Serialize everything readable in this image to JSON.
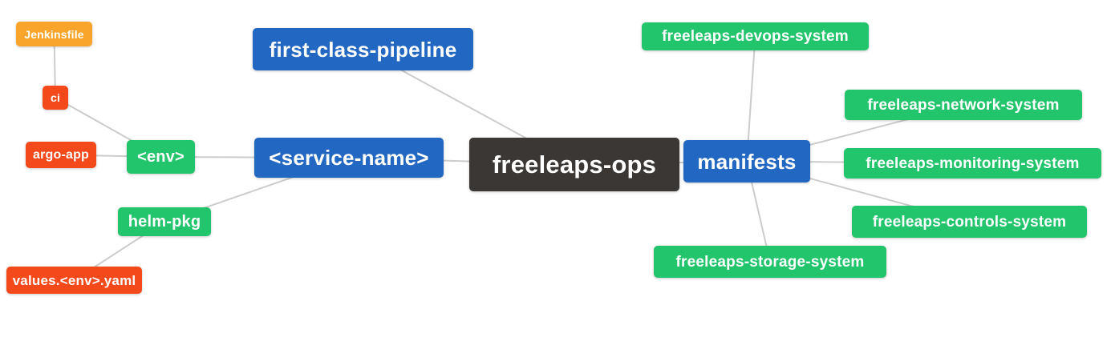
{
  "diagram": {
    "type": "mindmap",
    "root": "freeleaps_ops",
    "colors": {
      "edge": "#cccccc",
      "text": "#ffffff",
      "background": "#ffffff",
      "amber": "#F9A42A",
      "red_orange": "#F4491B",
      "green": "#23C56C",
      "blue": "#2267C2",
      "charcoal": "#3B3734"
    },
    "nodes": {
      "jenkinsfile": {
        "label": "Jenkinsfile",
        "color": "#F9A42A"
      },
      "ci": {
        "label": "ci",
        "color": "#F4491B"
      },
      "argo_app": {
        "label": "argo-app",
        "color": "#F4491B"
      },
      "env": {
        "label": "<env>",
        "color": "#23C56C"
      },
      "helm_pkg": {
        "label": "helm-pkg",
        "color": "#23C56C"
      },
      "values_env_yaml": {
        "label": "values.<env>.yaml",
        "color": "#F4491B"
      },
      "first_class_pipeline": {
        "label": "first-class-pipeline",
        "color": "#2267C2"
      },
      "service_name": {
        "label": "<service-name>",
        "color": "#2267C2"
      },
      "freeleaps_ops": {
        "label": "freeleaps-ops",
        "color": "#3B3734"
      },
      "manifests": {
        "label": "manifests",
        "color": "#2267C2"
      },
      "devops_system": {
        "label": "freeleaps-devops-system",
        "color": "#23C56C"
      },
      "network_system": {
        "label": "freeleaps-network-system",
        "color": "#23C56C"
      },
      "monitoring_system": {
        "label": "freeleaps-monitoring-system",
        "color": "#23C56C"
      },
      "controls_system": {
        "label": "freeleaps-controls-system",
        "color": "#23C56C"
      },
      "storage_system": {
        "label": "freeleaps-storage-system",
        "color": "#23C56C"
      }
    },
    "edges": [
      {
        "from": "freeleaps_ops",
        "to": "first_class_pipeline"
      },
      {
        "from": "freeleaps_ops",
        "to": "service_name"
      },
      {
        "from": "freeleaps_ops",
        "to": "manifests"
      },
      {
        "from": "service_name",
        "to": "env"
      },
      {
        "from": "service_name",
        "to": "helm_pkg"
      },
      {
        "from": "env",
        "to": "argo_app"
      },
      {
        "from": "env",
        "to": "ci"
      },
      {
        "from": "ci",
        "to": "jenkinsfile"
      },
      {
        "from": "helm_pkg",
        "to": "values_env_yaml"
      },
      {
        "from": "manifests",
        "to": "devops_system"
      },
      {
        "from": "manifests",
        "to": "network_system"
      },
      {
        "from": "manifests",
        "to": "monitoring_system"
      },
      {
        "from": "manifests",
        "to": "controls_system"
      },
      {
        "from": "manifests",
        "to": "storage_system"
      }
    ]
  }
}
